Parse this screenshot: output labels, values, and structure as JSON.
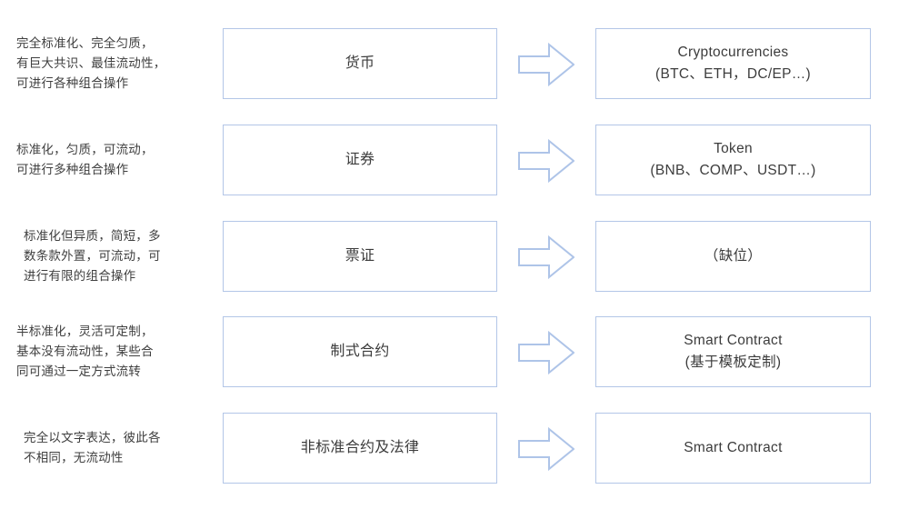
{
  "theme": {
    "box_border": "#b3c6e7",
    "arrow_stroke": "#aec4e8",
    "text": "#3c3c3c",
    "background": "#ffffff"
  },
  "rows": [
    {
      "description": "完全标准化、完全匀质，\n有巨大共识、最佳流动性，\n可进行各种组合操作",
      "middle": "货币",
      "right": "Cryptocurrencies\n(BTC、ETH，DC/EP…)",
      "arrow": "right-block-arrow"
    },
    {
      "description": "标准化，匀质，可流动，\n可进行多种组合操作",
      "middle": "证券",
      "right": "Token\n(BNB、COMP、USDT…)",
      "arrow": "right-block-arrow"
    },
    {
      "description": "标准化但异质，简短，多\n数条款外置，可流动，可\n进行有限的组合操作",
      "middle": "票证",
      "right": "（缺位）",
      "arrow": "right-block-arrow"
    },
    {
      "description": "半标准化，灵活可定制，\n基本没有流动性，某些合\n同可通过一定方式流转",
      "middle": "制式合约",
      "right": "Smart Contract\n(基于模板定制)",
      "arrow": "right-block-arrow"
    },
    {
      "description": "完全以文字表达，彼此各\n不相同，无流动性",
      "middle": "非标准合约及法律",
      "right": "Smart Contract",
      "arrow": "right-block-arrow"
    }
  ]
}
